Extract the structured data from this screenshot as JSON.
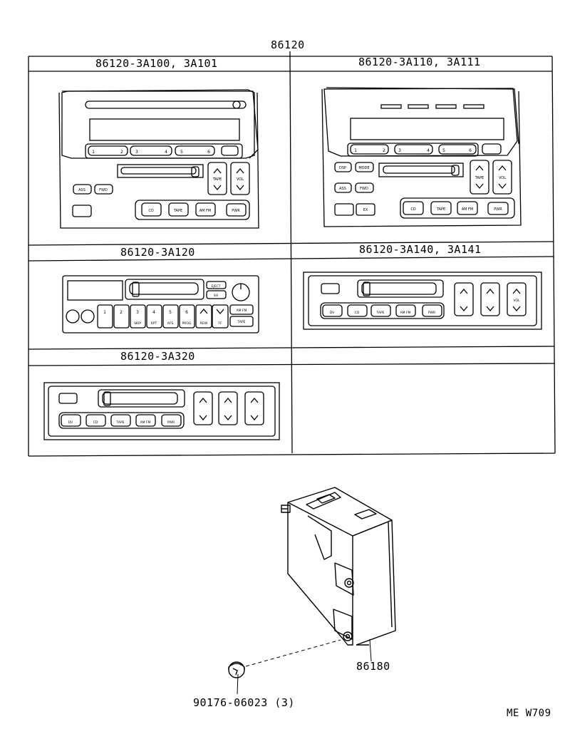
{
  "group_part_number": "86120",
  "panels": [
    {
      "part_numbers": "86120-3A100, 3A101"
    },
    {
      "part_numbers": "86120-3A110, 3A111"
    },
    {
      "part_numbers": "86120-3A120"
    },
    {
      "part_numbers": "86120-3A140, 3A141"
    },
    {
      "part_numbers": "86120-3A320"
    }
  ],
  "parts": {
    "amplifier": "86180",
    "screw": "90176-06023 (3)"
  },
  "drawing_code": "ME W709"
}
